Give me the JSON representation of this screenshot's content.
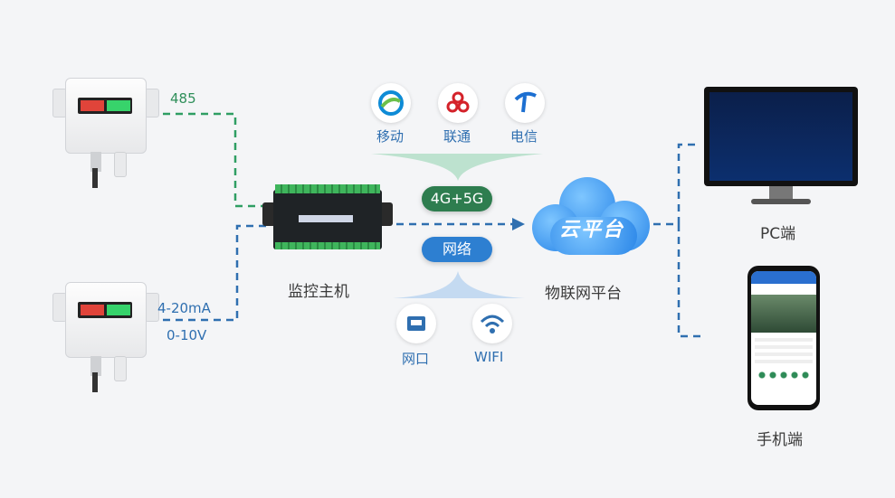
{
  "labels": {
    "rs485": "485",
    "current": "4-20mA",
    "voltage": "0-10V",
    "controller": "监控主机",
    "cellular": "4G+5G",
    "network": "网络",
    "cloud_logo": "云平台",
    "cloud_name": "物联网平台",
    "pc": "PC端",
    "mobile": "手机端"
  },
  "carriers": [
    "移动",
    "联通",
    "电信"
  ],
  "wired": [
    "网口",
    "WIFI"
  ],
  "colors": {
    "green_line": "#2f9e63",
    "blue_line": "#2f6fb0",
    "pill_green": "#2e7d4f",
    "pill_blue": "#2d7fd1",
    "cloud": "#2a86e8"
  },
  "icons": {
    "china_mobile": "china-mobile-logo-icon",
    "china_unicom": "china-unicom-logo-icon",
    "china_telecom": "china-telecom-logo-icon",
    "ethernet": "ethernet-port-icon",
    "wifi": "wifi-icon"
  }
}
